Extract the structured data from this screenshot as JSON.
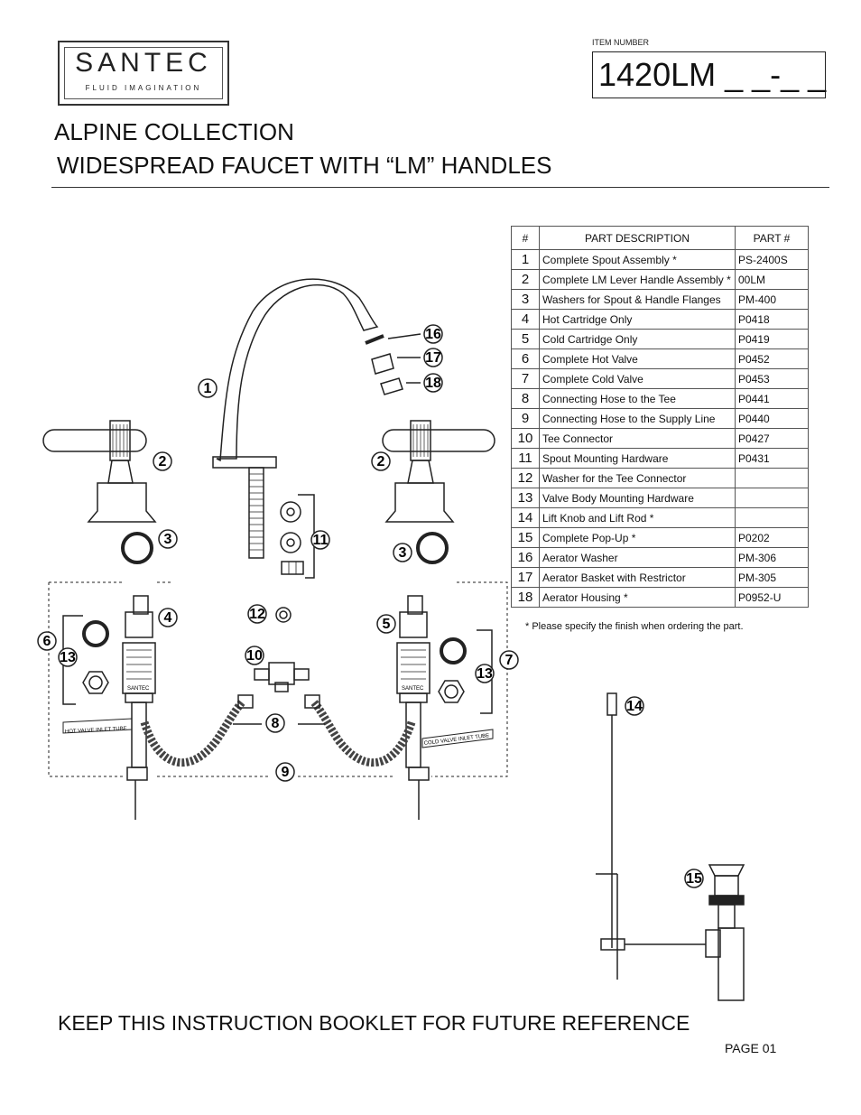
{
  "logo": {
    "brand": "SANTEC",
    "tagline": "FLUID IMAGINATION"
  },
  "item": {
    "label": "ITEM NUMBER",
    "number": "1420LM _ _-_ _"
  },
  "title": {
    "line1": "ALPINE COLLECTION",
    "line2": "WIDESPREAD FAUCET WITH “LM” HANDLES"
  },
  "parts_table": {
    "headers": [
      "#",
      "PART  DESCRIPTION",
      "PART #"
    ],
    "rows": [
      {
        "num": "1",
        "desc": "Complete Spout Assembly  *",
        "part": "PS-2400S"
      },
      {
        "num": "2",
        "desc": "Complete LM Lever Handle  Assembly *",
        "part": "00LM"
      },
      {
        "num": "3",
        "desc": "Washers for Spout & Handle Flanges",
        "part": "PM-400"
      },
      {
        "num": "4",
        "desc": "Hot Cartridge Only",
        "part": "P0418"
      },
      {
        "num": "5",
        "desc": "Cold Cartridge Only",
        "part": "P0419"
      },
      {
        "num": "6",
        "desc": "Complete Hot Valve",
        "part": "P0452"
      },
      {
        "num": "7",
        "desc": "Complete Cold Valve",
        "part": "P0453"
      },
      {
        "num": "8",
        "desc": "Connecting Hose to the Tee",
        "part": "P0441"
      },
      {
        "num": "9",
        "desc": "Connecting Hose to the Supply Line",
        "part": "P0440"
      },
      {
        "num": "10",
        "desc": "Tee Connector",
        "part": "P0427"
      },
      {
        "num": "11",
        "desc": "Spout Mounting Hardware",
        "part": "P0431"
      },
      {
        "num": "12",
        "desc": "Washer for the Tee Connector",
        "part": ""
      },
      {
        "num": "13",
        "desc": "Valve Body Mounting Hardware",
        "part": ""
      },
      {
        "num": "14",
        "desc": "Lift Knob and Lift Rod *",
        "part": ""
      },
      {
        "num": "15",
        "desc": "Complete Pop-Up *",
        "part": "P0202"
      },
      {
        "num": "16",
        "desc": "Aerator Washer",
        "part": "PM-306"
      },
      {
        "num": "17",
        "desc": "Aerator Basket with Restrictor",
        "part": "PM-305"
      },
      {
        "num": "18",
        "desc": "Aerator Housing *",
        "part": "P0952-U"
      }
    ],
    "note": "* Please specify the finish when ordering the part."
  },
  "diagram_labels": {
    "hot_tube": "HOT VALVE INLET TUBE",
    "cold_tube": "COLD VALVE INLET TUBE",
    "valve_brand": "SANTEC"
  },
  "callouts": [
    "1",
    "2",
    "2",
    "3",
    "3",
    "4",
    "5",
    "6",
    "7",
    "8",
    "9",
    "10",
    "11",
    "12",
    "13",
    "13",
    "14",
    "15",
    "16",
    "17",
    "18"
  ],
  "footer": {
    "notice": "KEEP THIS INSTRUCTION BOOKLET FOR FUTURE REFERENCE",
    "page": "PAGE  01"
  },
  "colors": {
    "ink": "#111111",
    "line": "#333333"
  }
}
